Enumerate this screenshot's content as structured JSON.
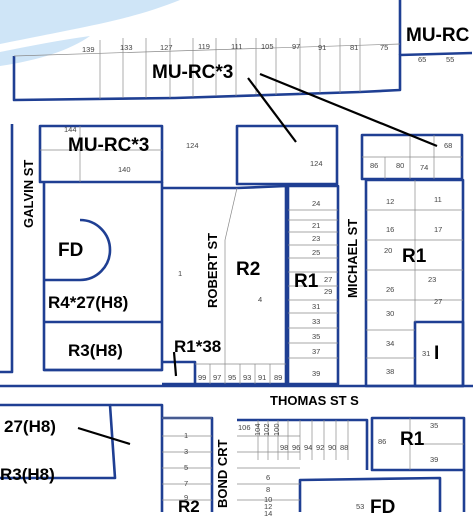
{
  "colors": {
    "boundary": "#1f3f93",
    "lot_line": "#8a8a8a",
    "water": "#cfe5f7",
    "leader": "#000000"
  },
  "zones": {
    "mu_rc3_top": "MU-RC*3",
    "mu_rc3_left": "MU-RC*3",
    "mu_rc_corner": "MU-RC",
    "fd_west": "FD",
    "r4_27_h8": "R4*27(H8)",
    "r3_h8": "R3(H8)",
    "r2_robert": "R2",
    "r1_robert": "R1",
    "r1_38": "R1*38",
    "r1_michael": "R1",
    "i_michael": "I",
    "r1_thomas_se": "R1",
    "r4_27_partial": "27(H8)",
    "r3_partial": "R3(H8)",
    "r2_partial": "R2",
    "fd_south": "FD"
  },
  "streets": {
    "galvin": "GALVIN ST",
    "robert": "ROBERT ST",
    "michael": "MICHAEL ST",
    "thomas": "THOMAS ST S",
    "bond": "BOND CRT"
  },
  "lots": {
    "top_row": [
      "139",
      "133",
      "127",
      "119",
      "111",
      "105",
      "97",
      "91",
      "81",
      "75"
    ],
    "top_right": [
      "65",
      "55"
    ],
    "block_left": [
      "144",
      "140",
      "124"
    ],
    "block_mid": "124",
    "michael_top": [
      "86",
      "80",
      "74",
      "68"
    ],
    "east_robert": [
      "24",
      "21",
      "23",
      "25",
      "27",
      "29",
      "31",
      "33",
      "35",
      "37",
      "39"
    ],
    "west_michael": [
      "12",
      "16",
      "20",
      "26",
      "30",
      "34",
      "38"
    ],
    "east_michael": [
      "11",
      "17",
      "23",
      "27",
      "31"
    ],
    "big_lots": [
      "1",
      "4"
    ],
    "thomas_north": [
      "99",
      "97",
      "95",
      "93",
      "91",
      "89"
    ],
    "bond_west": [
      "1",
      "3",
      "5",
      "7",
      "9"
    ],
    "bond_east": [
      "6",
      "8",
      "10",
      "12",
      "14"
    ],
    "thomas_south": [
      "106",
      "104",
      "102",
      "100",
      "98",
      "96",
      "94",
      "92",
      "90",
      "88",
      "86"
    ],
    "se_block": [
      "35",
      "39"
    ],
    "fd_south_lot": "53"
  }
}
